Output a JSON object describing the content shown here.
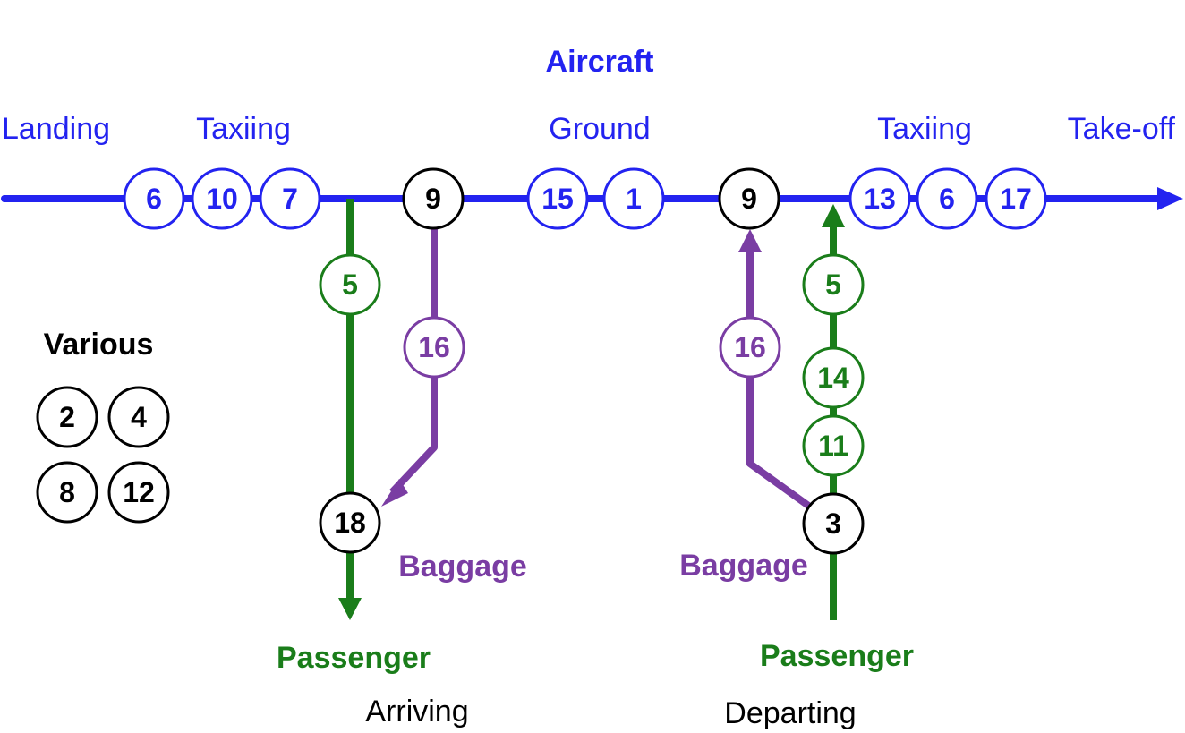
{
  "colors": {
    "aircraft": "#2323f0",
    "passenger": "#1a7d1a",
    "baggage": "#7a3da3",
    "neutral": "#000000"
  },
  "labels": {
    "aircraft_title": "Aircraft",
    "landing": "Landing",
    "taxiing_in": "Taxiing",
    "ground": "Ground",
    "taxiing_out": "Taxiing",
    "takeoff": "Take-off",
    "various": "Various",
    "baggage_arriving": "Baggage",
    "baggage_departing": "Baggage",
    "passenger_arriving": "Passenger",
    "passenger_departing": "Passenger",
    "arriving": "Arriving",
    "departing": "Departing"
  },
  "nodes": {
    "aircraft_landing_taxi": [
      "6",
      "10",
      "7"
    ],
    "aircraft_ground": [
      "15",
      "1"
    ],
    "aircraft_takeoff_taxi": [
      "13",
      "6",
      "17"
    ],
    "arrival_junction": "9",
    "departure_junction": "9",
    "passenger_arriving": [
      "5"
    ],
    "baggage_arriving": [
      "16"
    ],
    "arrival_merge": "18",
    "baggage_departing": [
      "16"
    ],
    "passenger_departing": [
      "5",
      "14",
      "11"
    ],
    "departure_source": "3",
    "various": [
      "2",
      "4",
      "8",
      "12"
    ]
  }
}
